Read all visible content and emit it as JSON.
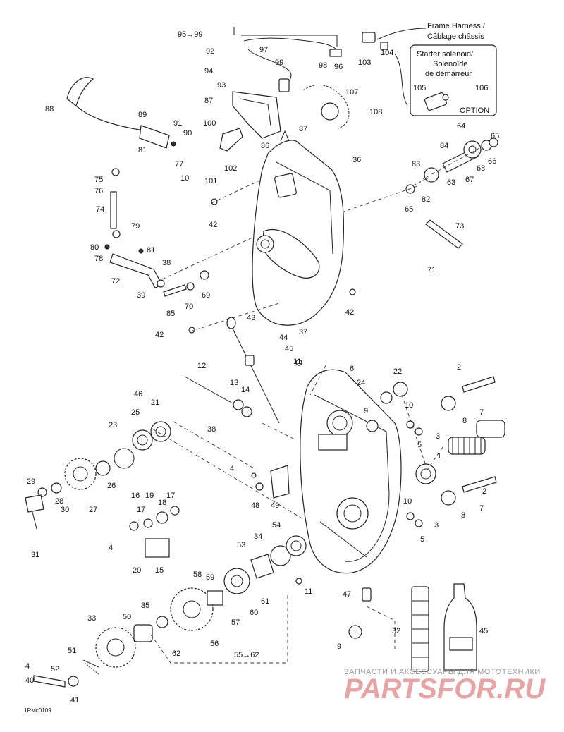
{
  "figure_id": "1RMc0109",
  "callouts": {
    "frame_harness": "Frame Harness /",
    "cablage_chassis": "Câblage châssis",
    "starter_solenoid": "Starter solenoid/",
    "solenoide": "Solenoïde",
    "de_demarreur": "de démarreur",
    "option": "OPTION"
  },
  "watermark": {
    "line1": "ЗАПЧАСТИ И АКСЕССУАРЫ ДЛЯ МОТОТЕХНИКИ",
    "line2": "PARTSFOR.RU"
  },
  "part_numbers": [
    "1",
    "2",
    "3",
    "4",
    "5",
    "6",
    "7",
    "8",
    "9",
    "10",
    "11",
    "12",
    "13",
    "14",
    "15",
    "16",
    "17",
    "18",
    "19",
    "20",
    "21",
    "22",
    "23",
    "24",
    "25",
    "26",
    "27",
    "28",
    "29",
    "30",
    "31",
    "32",
    "33",
    "34",
    "35",
    "36",
    "37",
    "38",
    "39",
    "40",
    "41",
    "42",
    "43",
    "44",
    "45",
    "47",
    "48",
    "49",
    "50",
    "51",
    "52",
    "53",
    "54",
    "55→62",
    "56",
    "57",
    "58",
    "59",
    "60",
    "61",
    "62",
    "63",
    "64",
    "65",
    "66",
    "67",
    "68",
    "69",
    "70",
    "71",
    "72",
    "73",
    "74",
    "75",
    "76",
    "77",
    "78",
    "79",
    "80",
    "81",
    "82",
    "83",
    "84",
    "85",
    "86",
    "87",
    "88",
    "89",
    "90",
    "91",
    "92",
    "93",
    "94",
    "95→99",
    "96",
    "97",
    "98",
    "99",
    "100",
    "101",
    "102",
    "103",
    "104",
    "105",
    "106",
    "107",
    "108"
  ]
}
